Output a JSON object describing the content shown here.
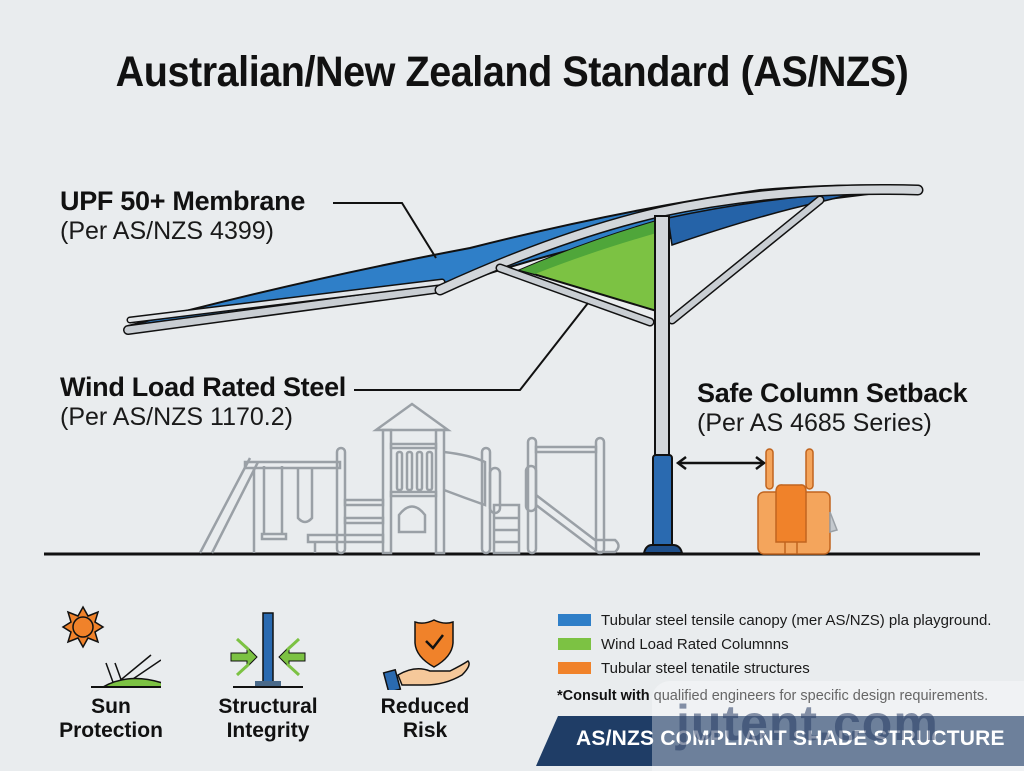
{
  "title": "Australian/New Zealand Standard (AS/NZS)",
  "callouts": {
    "membrane": {
      "main": "UPF 50+ Membrane",
      "sub": "(Per AS/NZS 4399)"
    },
    "steel": {
      "main": "Wind Load Rated Steel",
      "sub": "(Per AS/NZS 1170.2)"
    },
    "setback": {
      "main": "Safe Column Setback",
      "sub": "(Per AS 4685 Series)"
    }
  },
  "benefits": [
    {
      "line1": "Sun",
      "line2": "Protection",
      "icon": "sun-reflection-icon"
    },
    {
      "line1": "Structural",
      "line2": "Integrity",
      "icon": "column-forces-icon"
    },
    {
      "line1": "Reduced",
      "line2": "Risk",
      "icon": "shield-hand-icon"
    }
  ],
  "legend": [
    {
      "color": "#2f7fc8",
      "label": "Tubular steel tensile canopy (mer AS/NZS) pla playground."
    },
    {
      "color": "#7cc243",
      "label": "Wind Load Rated Columnns"
    },
    {
      "color": "#f0822a",
      "label": "Tubular steel tenatile structures"
    }
  ],
  "note": {
    "bold": "*Consult with",
    "rest": " qualified engineers for specific design requirements."
  },
  "banner": "AS/NZS COMPLIANT SHADE STRUCTURE",
  "watermark": "jutent.com",
  "colors": {
    "background": "#e9ecee",
    "canopy_blue": "#2f7fc8",
    "canopy_green": "#7cc243",
    "steel": "#c9ced3",
    "column_base": "#2a6ab0",
    "orange": "#f0822a",
    "banner": "#1f3d66"
  }
}
